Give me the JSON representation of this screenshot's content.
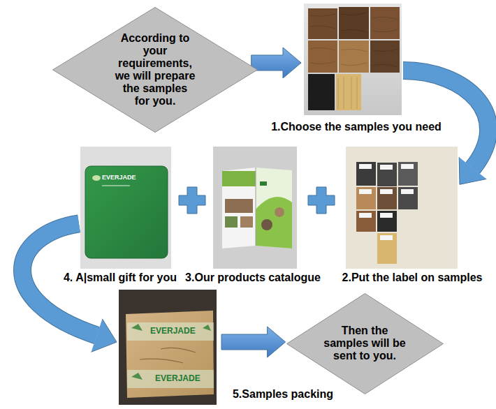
{
  "diagram": {
    "nodes": [
      {
        "text": [
          "According to your requirements, we will prepare the samples for you."
        ]
      },
      {
        "text": [
          "1.Choose the samples you need"
        ]
      },
      {
        "text": [
          "2.Put the label on samples"
        ]
      },
      {
        "text": [
          "3.Our products catalogue"
        ]
      },
      {
        "text": [
          "4. A|small gift for you"
        ]
      },
      {
        "text": [
          "5.Samples packing"
        ]
      },
      {
        "text": [
          "Then the samples will be sent to you."
        ]
      }
    ],
    "edges": [
      {
        "from": 0,
        "to": 1,
        "arrow": "to"
      },
      {
        "from": 1,
        "to": 2,
        "arrow": "to"
      },
      {
        "from": 4,
        "to": 5,
        "arrow": "to"
      },
      {
        "from": 5,
        "to": 6,
        "arrow": "to"
      }
    ],
    "labels": [
      "EVERJADE",
      "EVERJADE",
      "EVERJADE"
    ]
  }
}
